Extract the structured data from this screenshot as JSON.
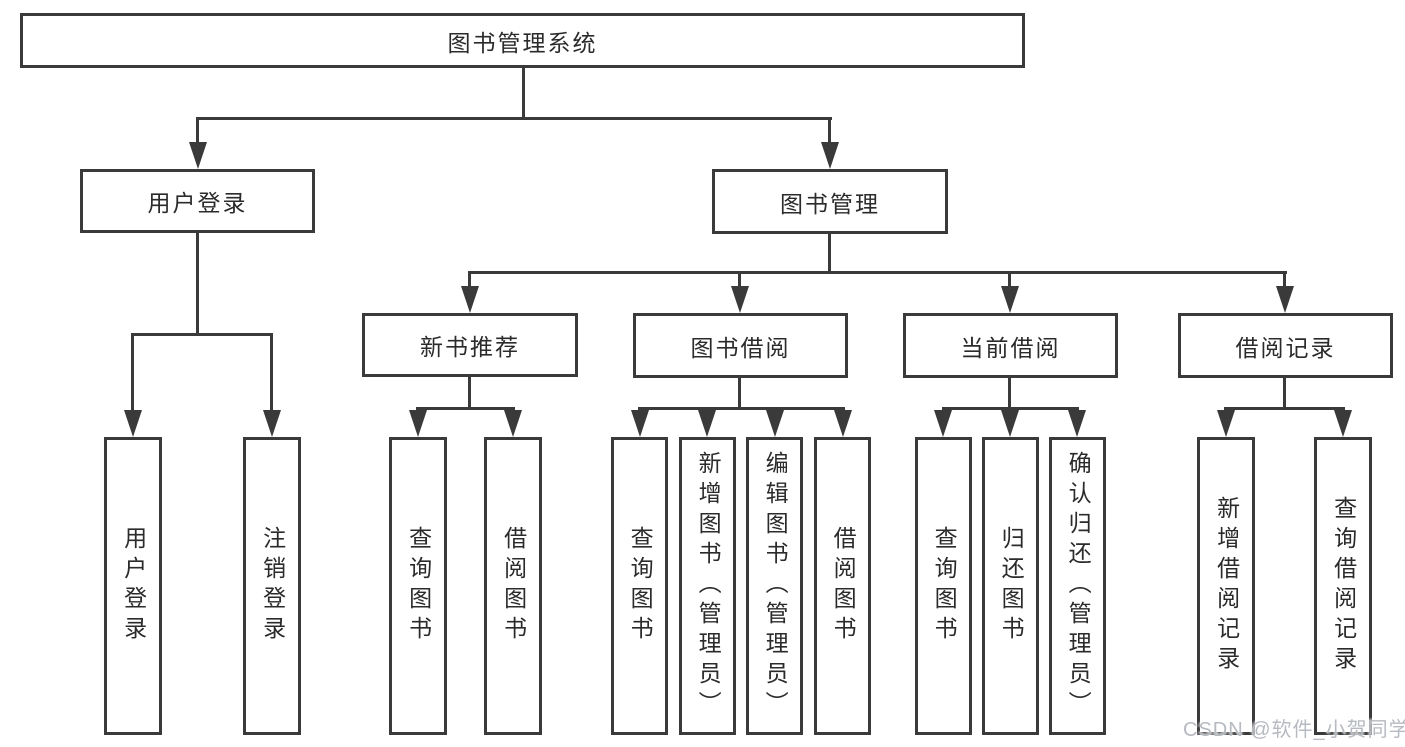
{
  "colors": {
    "line": "#3a3a3a",
    "box_border": "#3a3a3a",
    "text": "#2b2b2b",
    "background": "#ffffff",
    "watermark_text": "#b6bac1"
  },
  "diagram": {
    "root": {
      "label": "图书管理系统",
      "children": [
        {
          "label": "用户登录",
          "children": [
            {
              "label": "用户登录"
            },
            {
              "label": "注销登录"
            }
          ]
        },
        {
          "label": "图书管理",
          "children": [
            {
              "label": "新书推荐",
              "children": [
                {
                  "label": "查询图书"
                },
                {
                  "label": "借阅图书"
                }
              ]
            },
            {
              "label": "图书借阅",
              "children": [
                {
                  "label": "查询图书"
                },
                {
                  "label": "新增图书（管理员）"
                },
                {
                  "label": "编辑图书（管理员）"
                },
                {
                  "label": "借阅图书"
                }
              ]
            },
            {
              "label": "当前借阅",
              "children": [
                {
                  "label": "查询图书"
                },
                {
                  "label": "归还图书"
                },
                {
                  "label": "确认归还（管理员）"
                }
              ]
            },
            {
              "label": "借阅记录",
              "children": [
                {
                  "label": "新增借阅记录"
                },
                {
                  "label": "查询借阅记录"
                }
              ]
            }
          ]
        }
      ]
    }
  },
  "watermark": "CSDN @软件_小贺同学"
}
